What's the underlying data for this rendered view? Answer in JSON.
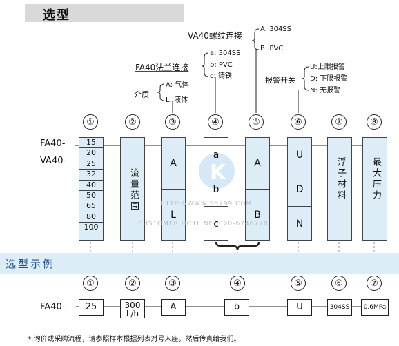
{
  "title": "选型",
  "va40": {
    "label": "VA40螺纹连接",
    "options": [
      "A: 304SS",
      "B: PVC"
    ]
  },
  "fa40": {
    "label": "FA40法兰连接",
    "options": [
      "a: 304SS",
      "b: PVC",
      "c: 铸铁"
    ]
  },
  "medium": {
    "label": "介质",
    "options": [
      "A: 气体",
      "L: 液体"
    ]
  },
  "alarm": {
    "label": "报警开关",
    "options": [
      "U:上限报警",
      "D: 下限报警",
      "N: 无报警"
    ]
  },
  "circles": [
    "①",
    "②",
    "③",
    "④",
    "⑤",
    "⑥",
    "⑦",
    "⑧"
  ],
  "row_labels": [
    "FA40-",
    "VA40-"
  ],
  "sizes": [
    "15",
    "20",
    "25",
    "32",
    "40",
    "50",
    "65",
    "80",
    "100"
  ],
  "col2_text": "流量范围",
  "col3_cells": [
    "A",
    "L"
  ],
  "col4_cells": [
    "a",
    "b",
    "c"
  ],
  "col5_cells": [
    "A",
    "B"
  ],
  "col6_cells": [
    "U",
    "D",
    "N"
  ],
  "col7_text": "浮子材料",
  "col8_text": "最大压力",
  "watermark": {
    "url": "HTTP://WWW.55799.COM",
    "line": "CUSTOMER HOTLINE: 020-6746778"
  },
  "example": {
    "label": "选型示例",
    "circles": [
      "①",
      "②",
      "③",
      "④",
      "⑤",
      "⑥",
      "⑦"
    ],
    "row_label": "FA40-",
    "values": [
      "25",
      "300",
      "L/h",
      "A",
      "b",
      "U",
      "304SS",
      "0.6MPa"
    ]
  },
  "footnote": "*:询价或采购流程，请参照样本根据列表对号入座，然后传真给我们。"
}
